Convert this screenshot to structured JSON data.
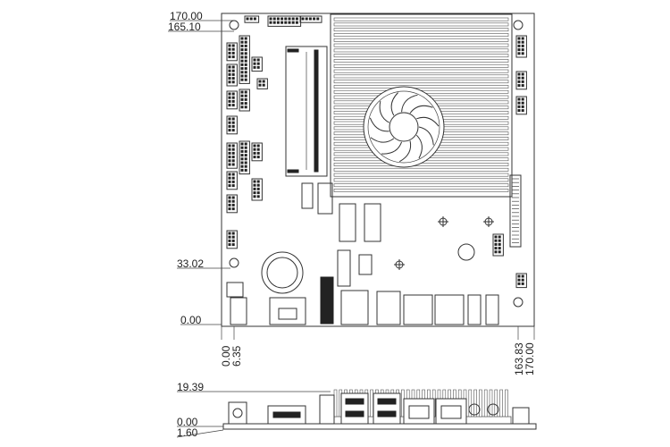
{
  "title": "",
  "dimensions": {
    "top_left_upper": "170.00",
    "top_left_lower": "165.10",
    "left_mid": "33.02",
    "left_zero": "0.00",
    "bottom_x1": "0.00",
    "bottom_x2": "6.35",
    "bottom_right1": "163.83",
    "bottom_right2": "170.00",
    "side_height": "19.39",
    "side_zero": "0.00",
    "side_thickness": "1.60"
  },
  "components": {
    "dimm_slot": "DIMM",
    "heatsink": "heatsink",
    "fan": "fan",
    "cpu_fan_marker": "fan"
  },
  "colors": {
    "line": "#333333",
    "fill": "#ffffff",
    "dark": "#222222"
  }
}
